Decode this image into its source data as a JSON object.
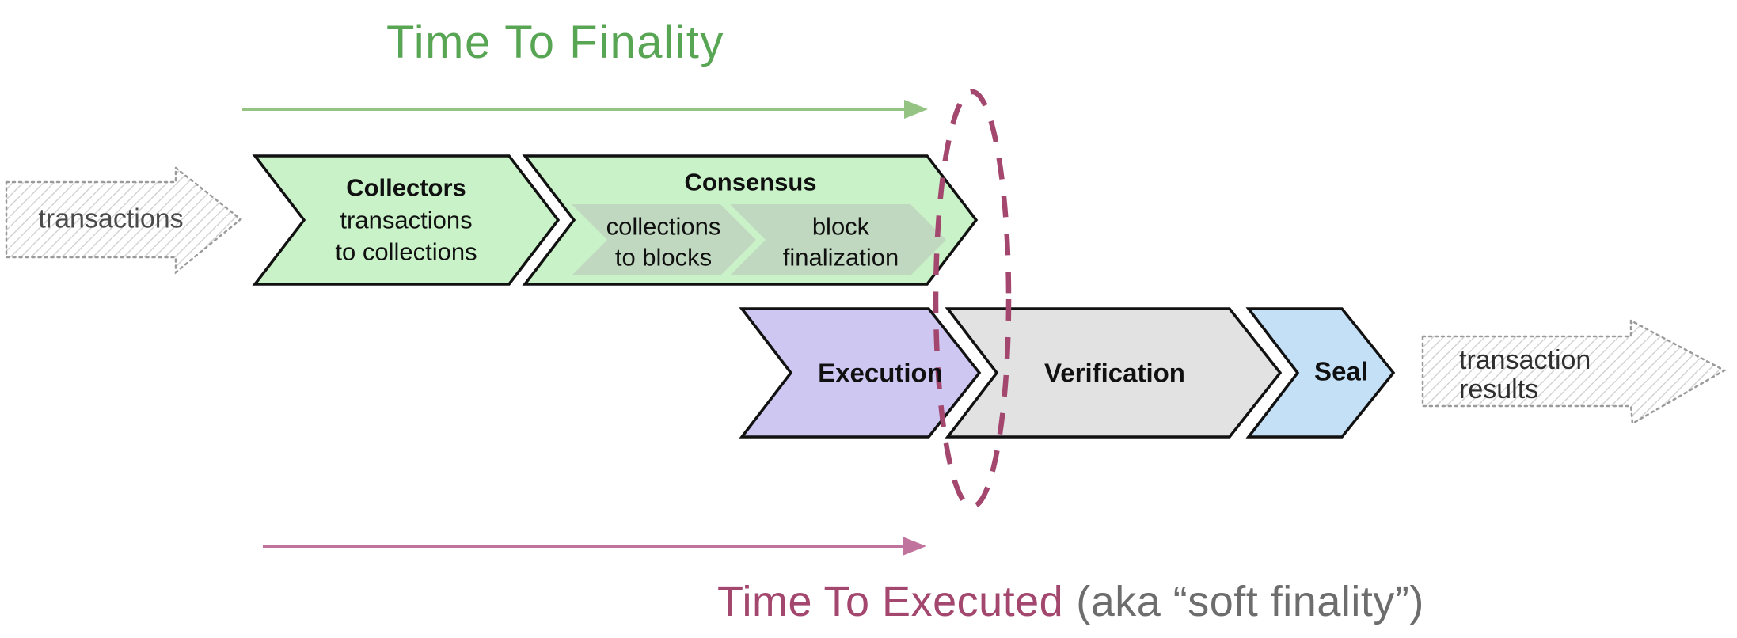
{
  "annotations": {
    "finality_title": "Time To Finality",
    "executed_title": "Time To Executed",
    "executed_suffix": "(aka “soft finality”)"
  },
  "diagram": {
    "input": {
      "label": "transactions"
    },
    "output": {
      "line1": "transaction",
      "line2": "results"
    },
    "stages": {
      "collectors": {
        "title": "Collectors",
        "line1": "transactions",
        "line2": "to collections"
      },
      "consensus": {
        "title": "Consensus",
        "step1": {
          "line1": "collections",
          "line2": "to blocks"
        },
        "step2": {
          "line1": "block",
          "line2": "finalization"
        }
      },
      "execution": {
        "title": "Execution"
      },
      "verification": {
        "title": "Verification"
      },
      "seal": {
        "title": "Seal"
      }
    }
  },
  "colors": {
    "row1_fill": "#c9f2c8",
    "substep_fill": "#c1d8c0",
    "execution_fill": "#cdc7f2",
    "verification_fill": "#e2e2e2",
    "seal_fill": "#c4e0f6",
    "outline": "#111111",
    "finality_green": "#58a554",
    "timeline_green": "#94c383",
    "executed_pink": "#a3476e",
    "timeline_pink": "#c0739c",
    "caption_gray": "#6d6d6d",
    "sketch_gray": "#9b9b9b"
  }
}
